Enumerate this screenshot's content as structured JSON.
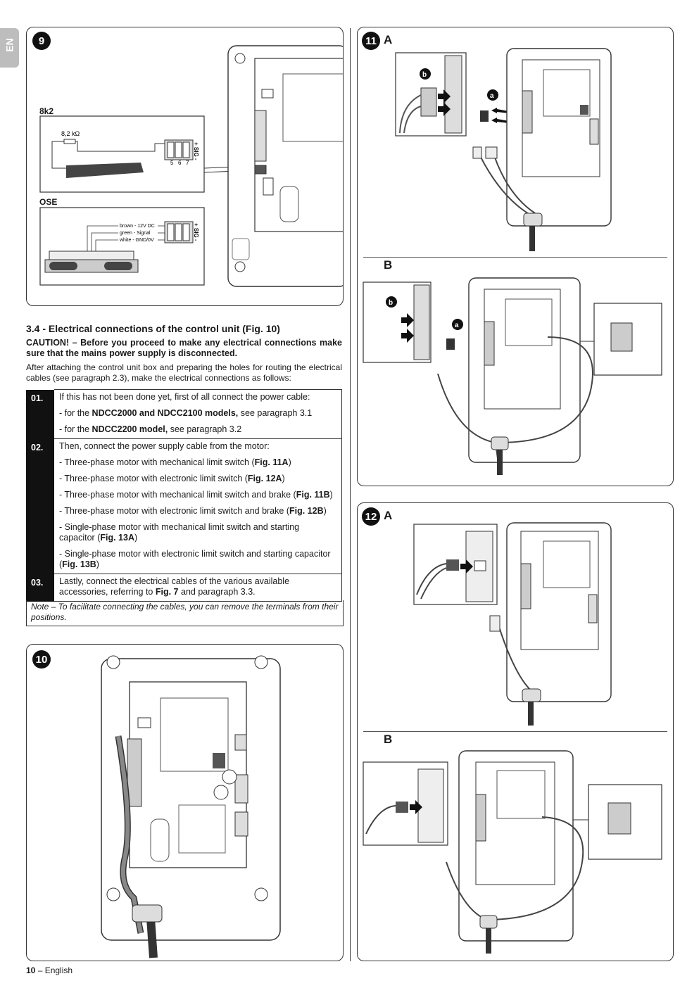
{
  "language_tab": "EN",
  "fig9": {
    "number": "9",
    "label_8k2": "8k2",
    "resistor_label": "8,2 kΩ",
    "label_ose": "OSE",
    "sig_label": "+ SIG -",
    "terminal_numbers": [
      "5",
      "6",
      "7"
    ],
    "ose_wires": [
      "brown - 12V DC",
      "green - Signal",
      "white - GND/0V"
    ]
  },
  "section": {
    "title": "3.4 - Electrical connections of the control unit (Fig. 10)",
    "caution": "CAUTION! – Before you proceed to make any electrical connections make sure that the mains power supply is disconnected.",
    "intro": "After attaching the control unit box and preparing the holes for routing the electrical cables (see paragraph 2.3), make the electrical connections as follows:"
  },
  "steps": {
    "s1": {
      "num": "01.",
      "text": "If this has not been done yet, first of all connect the power cable:",
      "i1_pre": "- for the ",
      "i1_bold": "NDCC2000 and NDCC2100 models,",
      "i1_post": " see paragraph 3.1",
      "i2_pre": "- for the ",
      "i2_bold": "NDCC2200 model,",
      "i2_post": " see paragraph 3.2"
    },
    "s2": {
      "num": "02.",
      "text": "Then, connect the power supply cable from the motor:",
      "i1_pre": "- Three-phase motor with mechanical limit switch (",
      "i1_bold": "Fig. 11A",
      "i1_post": ")",
      "i2_pre": "- Three-phase motor with electronic limit switch (",
      "i2_bold": "Fig. 12A",
      "i2_post": ")",
      "i3_pre": "- Three-phase motor with mechanical limit switch and brake (",
      "i3_bold": "Fig. 11B",
      "i3_post": ")",
      "i4_pre": "- Three-phase motor with electronic limit switch and brake (",
      "i4_bold": "Fig. 12B",
      "i4_post": ")",
      "i5_pre": "- Single-phase motor with mechanical limit switch and starting capacitor (",
      "i5_bold": "Fig. 13A",
      "i5_post": ")",
      "i6_pre": "- Single-phase motor with electronic limit switch and starting capacitor (",
      "i6_bold": "Fig. 13B",
      "i6_post": ")"
    },
    "s3": {
      "num": "03.",
      "pre": "Lastly, connect the electrical cables of the various available accessories, referring to ",
      "bold": "Fig. 7",
      "post": " and paragraph 3.3."
    },
    "note": "Note – To facilitate connecting the cables, you can remove the terminals from their positions."
  },
  "fig10": {
    "number": "10"
  },
  "fig11": {
    "number": "11",
    "sub_a": "A",
    "sub_b": "B",
    "callout_a": "a",
    "callout_b": "b"
  },
  "fig12": {
    "number": "12",
    "sub_a": "A",
    "sub_b": "B"
  },
  "footer": {
    "page": "10",
    "sep": " – ",
    "lang": "English"
  }
}
